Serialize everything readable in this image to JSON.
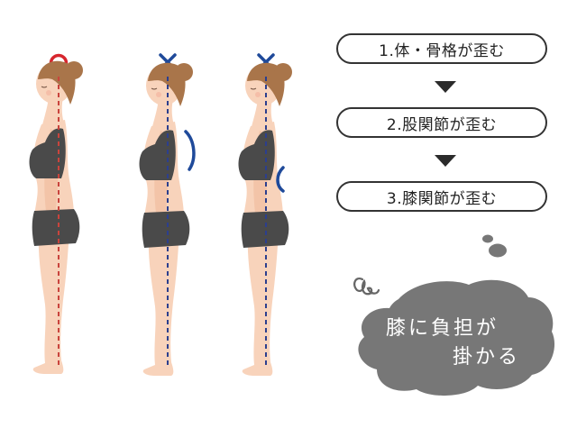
{
  "figures": [
    {
      "id": "correct",
      "mark": "circle",
      "mark_symbol": "○",
      "mark_color": "#d7262e",
      "line_color": "#c9443d",
      "label": "correct posture",
      "curve": "none"
    },
    {
      "id": "hunched",
      "mark": "cross",
      "mark_symbol": "✕",
      "mark_color": "#1f4a9a",
      "line_color": "#2c3f8e",
      "label": "rounded upper back",
      "curve": "upper-back"
    },
    {
      "id": "swayback",
      "mark": "cross",
      "mark_symbol": "✕",
      "mark_color": "#1f4a9a",
      "line_color": "#2c3f8e",
      "label": "curved lower back",
      "curve": "lower-back"
    }
  ],
  "steps": [
    {
      "label": "1.体・骨格が歪む"
    },
    {
      "label": "2.股関節が歪む"
    },
    {
      "label": "3.膝関節が歪む"
    }
  ],
  "bubble": {
    "line1": "膝に負担が",
    "line2": "掛かる",
    "color": "#777777"
  },
  "colors": {
    "skin": "#f8d3bb",
    "hair": "#a9754a",
    "clothing": "#4a4a4a",
    "step_border": "#333333",
    "arrow": "#2b2b2b"
  }
}
